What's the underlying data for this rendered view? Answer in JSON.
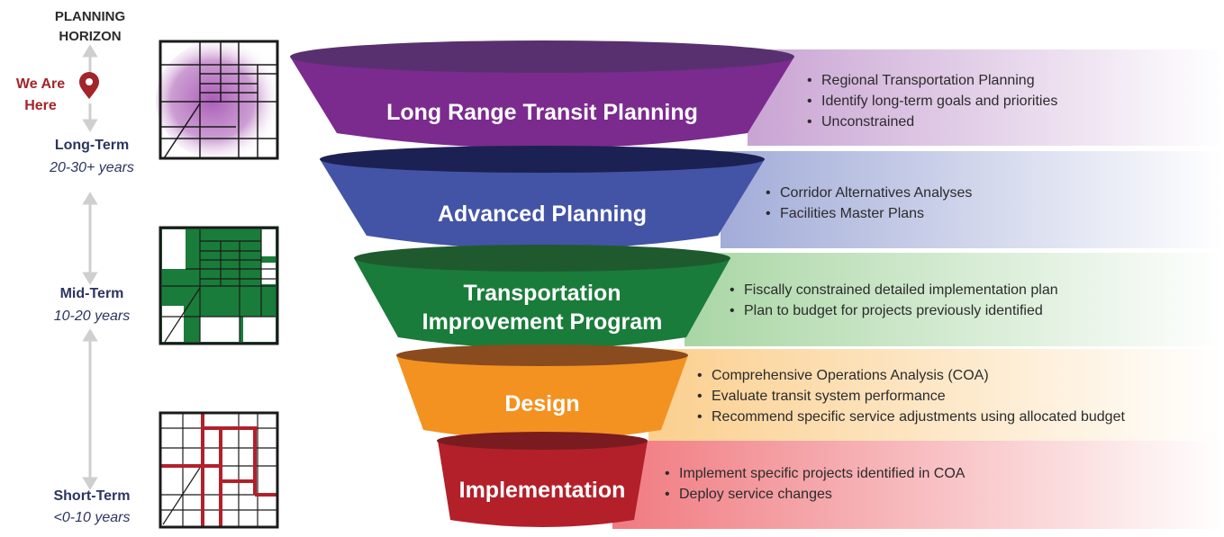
{
  "horizon": {
    "title_line1": "PLANNING",
    "title_line2": "HORIZON",
    "here_line1": "We Are",
    "here_line2": "Here",
    "terms": [
      {
        "label": "Long-Term",
        "years": "20-30+ years"
      },
      {
        "label": "Mid-Term",
        "years": "10-20 years"
      },
      {
        "label": "Short-Term",
        "years": "<0-10 years"
      }
    ]
  },
  "stages": [
    {
      "title_lines": [
        "Long Range Transit Planning"
      ],
      "color": "#7b2a8e",
      "bullets": [
        "Regional Transportation Planning",
        "Identify long-term goals and priorities",
        "Unconstrained"
      ]
    },
    {
      "title_lines": [
        "Advanced Planning"
      ],
      "color": "#4354a6",
      "bullets": [
        "Corridor Alternatives Analyses",
        "Facilities Master Plans"
      ]
    },
    {
      "title_lines": [
        "Transportation",
        "Improvement Program"
      ],
      "color": "#1a7c3a",
      "bullets": [
        "Fiscally constrained detailed implementation plan",
        "Plan to budget for projects previously identified"
      ]
    },
    {
      "title_lines": [
        "Design"
      ],
      "color": "#f39221",
      "bullets": [
        "Comprehensive Operations Analysis (COA)",
        "Evaluate transit system performance",
        "Recommend specific service adjustments using allocated budget"
      ]
    },
    {
      "title_lines": [
        "Implementation"
      ],
      "color": "#b3202a",
      "bullets": [
        "Implement specific projects identified in COA",
        "Deploy service changes"
      ]
    }
  ],
  "map_colors": {
    "long": "#9a4aa5",
    "mid": "#1a7c3a",
    "short": "#b3202a"
  },
  "icons": {
    "location": "location-pin-icon"
  }
}
